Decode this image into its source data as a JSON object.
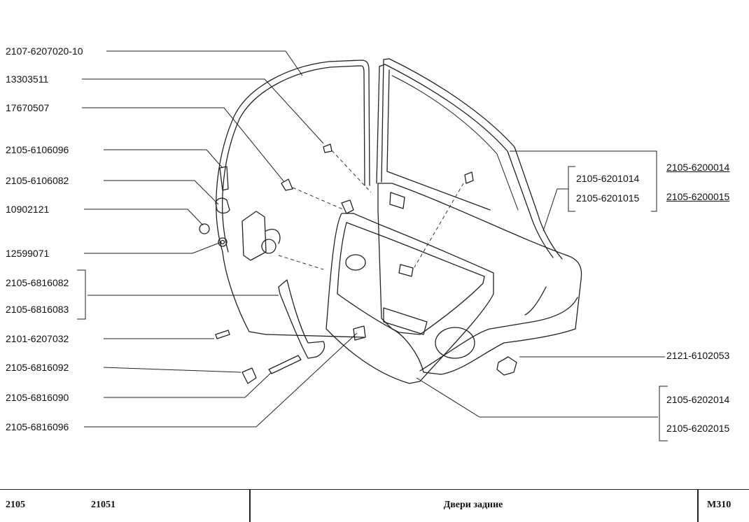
{
  "labels_left": [
    "2107-6207020-10",
    "13303511",
    "17670507",
    "2105-6106096",
    "2105-6106082",
    "10902121",
    "12599071",
    "2105-6816082",
    "2105-6816083",
    "2101-6207032",
    "2105-6816092",
    "2105-6816090",
    "2105-6816096"
  ],
  "labels_right": [
    "2105-6200014",
    "2105-6201014",
    "2105-6201015",
    "2105-6200015",
    "2121-6102053",
    "2105-6202014",
    "2105-6202015"
  ],
  "footer": {
    "model_a": "2105",
    "model_b": "21051",
    "title": "Двери задние",
    "code": "М310"
  }
}
